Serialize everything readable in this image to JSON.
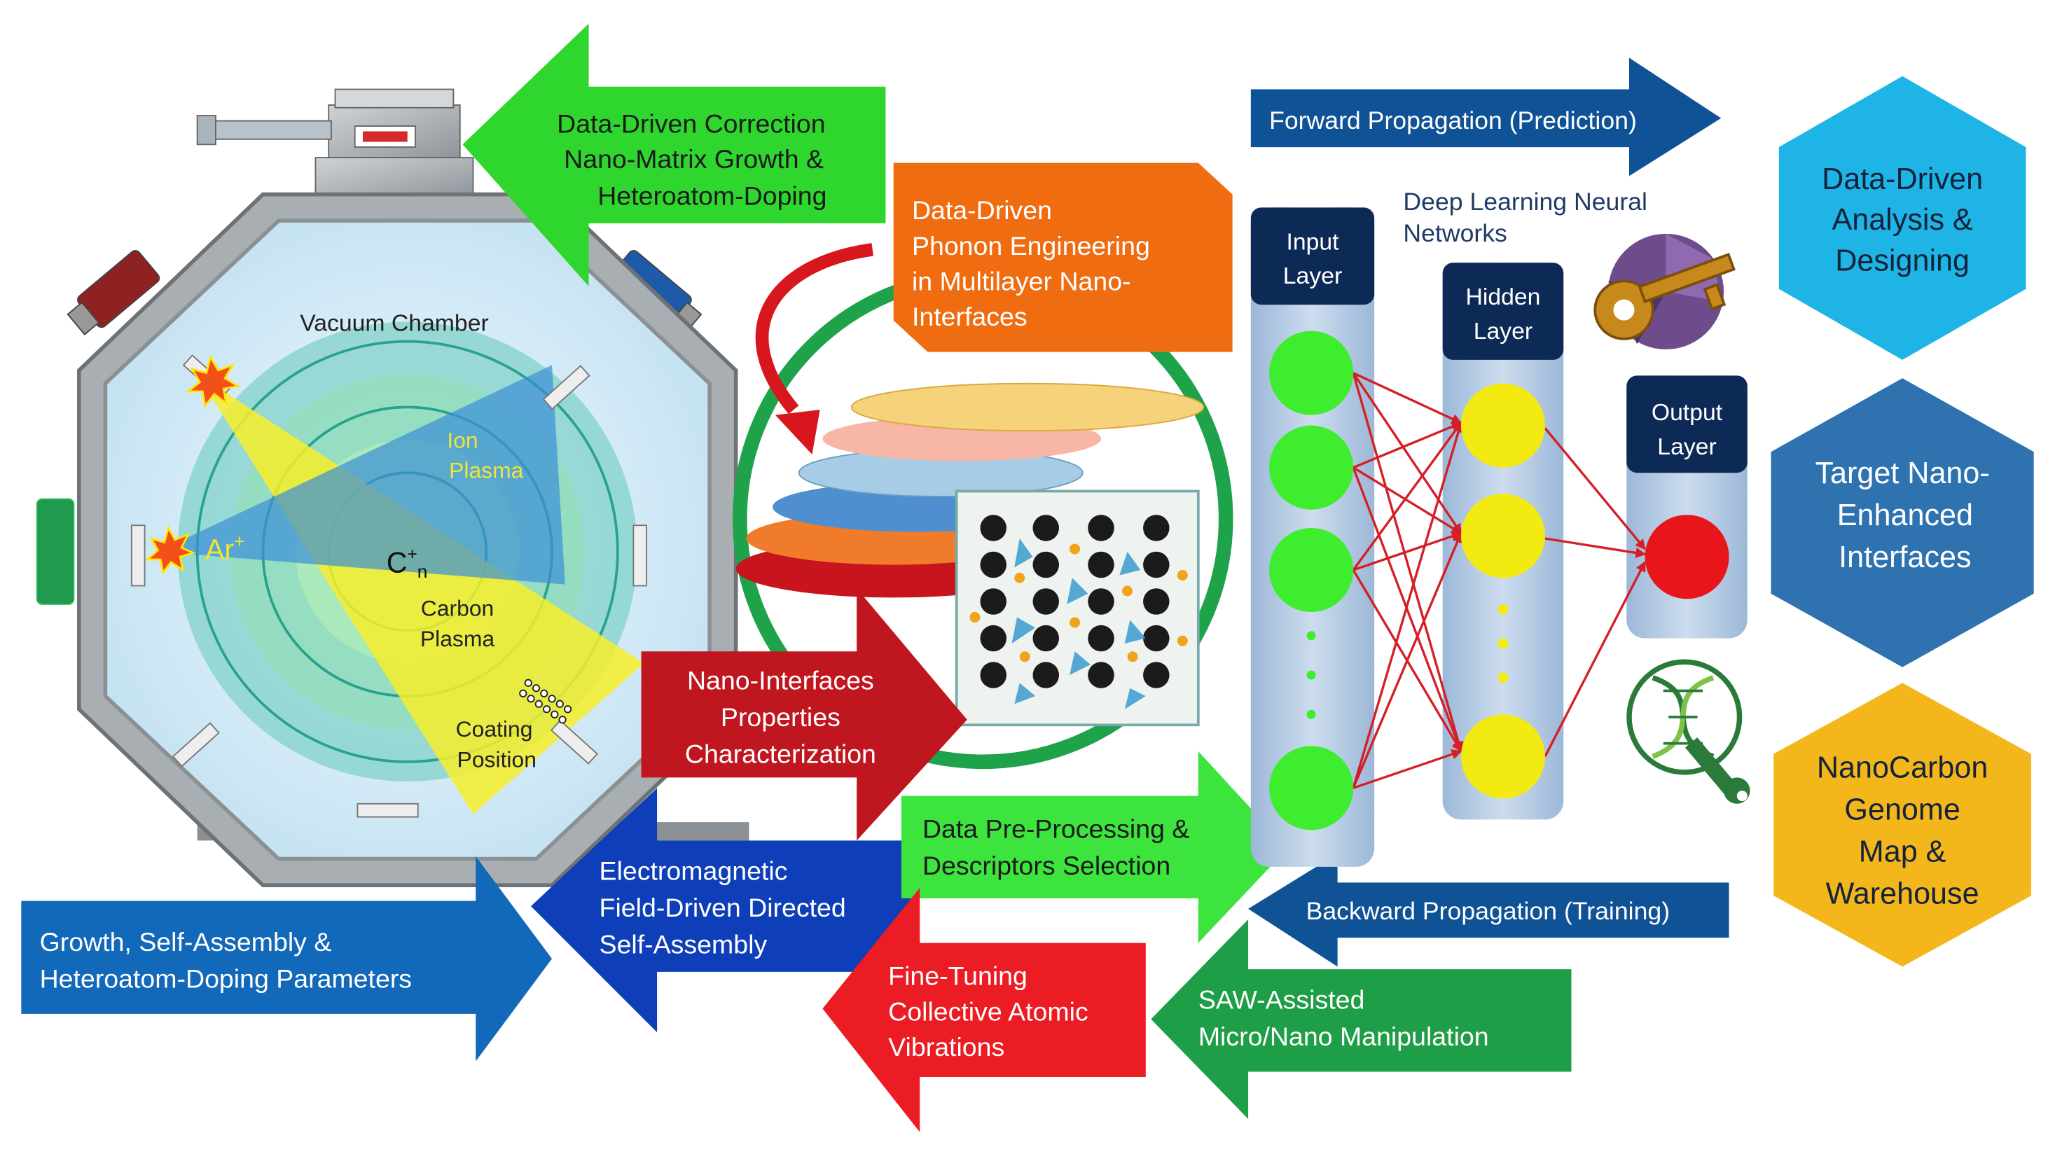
{
  "chamber": {
    "title": "Vacuum Chamber",
    "ion_plasma": [
      "Ion",
      "Plasma"
    ],
    "ar_ion": "Ar",
    "ar_charge": "+",
    "carbon_ion": "C",
    "carbon_charge": "+",
    "carbon_sub": "n",
    "carbon_plasma": [
      "Carbon",
      "Plasma"
    ],
    "coating_position": [
      "Coating",
      "Position"
    ]
  },
  "arrows": {
    "data_driven_correction": [
      "Data-Driven Correction",
      "Nano-Matrix Growth &",
      "Heteroatom-Doping"
    ],
    "phonon_engineering": [
      "Data-Driven",
      "Phonon Engineering",
      "in Multilayer Nano-",
      "Interfaces"
    ],
    "characterization": [
      "Nano-Interfaces",
      "Properties",
      "Characterization"
    ],
    "pre_processing": [
      "Data Pre-Processing &",
      "Descriptors Selection"
    ],
    "electromagnetic": [
      "Electromagnetic",
      "Field-Driven Directed",
      "Self-Assembly"
    ],
    "growth_parameters": [
      "Growth, Self-Assembly &",
      "Heteroatom-Doping Parameters"
    ],
    "fine_tuning": [
      "Fine-Tuning",
      "Collective Atomic",
      "Vibrations"
    ],
    "saw_assisted": [
      "SAW-Assisted",
      "Micro/Nano Manipulation"
    ],
    "forward_propagation": "Forward Propagation (Prediction)",
    "backward_propagation": "Backward Propagation (Training)"
  },
  "network": {
    "title": [
      "Deep Learning Neural",
      "Networks"
    ],
    "input_layer": [
      "Input",
      "Layer"
    ],
    "hidden_layer": [
      "Hidden",
      "Layer"
    ],
    "output_layer": [
      "Output",
      "Layer"
    ]
  },
  "hexagons": {
    "analysis": [
      "Data-Driven",
      "Analysis &",
      "Designing"
    ],
    "target": [
      "Target Nano-",
      "Enhanced",
      "Interfaces"
    ],
    "genome": [
      "NanoCarbon",
      "Genome",
      "Map &",
      "Warehouse"
    ]
  },
  "icons": [
    "key-icon",
    "dna-wrench-icon",
    "burst-icon",
    "curved-arrow-icon"
  ],
  "colors": {
    "green_arrow": "#2ed62e",
    "orange_box": "#ef6c11",
    "dark_red_arrow": "#c0161f",
    "blue_arrow": "#1268b9",
    "dark_blue_arrow": "#0f3fb8",
    "red_arrow": "#ec1c24",
    "dark_green_arrow": "#1e9e46",
    "nav_blue": "#105296",
    "hex_cyan": "#1eb4e6",
    "hex_blue": "#2e72b0",
    "hex_gold": "#f3b61b",
    "node_green": "#3ded2e",
    "node_yellow": "#f2ea11",
    "node_red": "#e8161b"
  }
}
